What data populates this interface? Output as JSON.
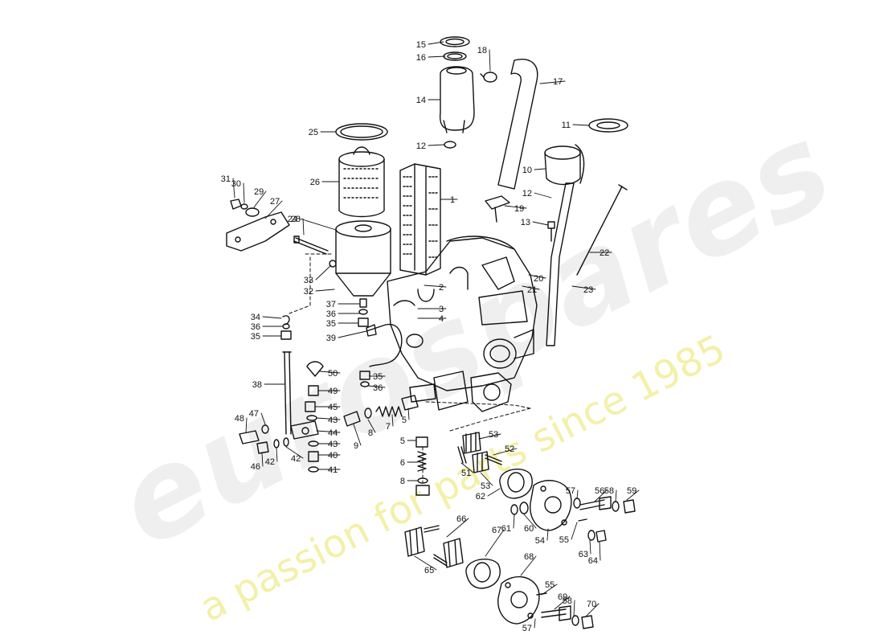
{
  "watermark": {
    "logo_text": "eurospares",
    "tagline": "a passion for parts since 1985",
    "tagline_color": "#f3f0a8"
  },
  "callouts": [
    {
      "id": "c15",
      "label": "15"
    },
    {
      "id": "c16",
      "label": "16"
    },
    {
      "id": "c18",
      "label": "18"
    },
    {
      "id": "c17",
      "label": "17"
    },
    {
      "id": "c14",
      "label": "14"
    },
    {
      "id": "c11",
      "label": "11"
    },
    {
      "id": "c12a",
      "label": "12"
    },
    {
      "id": "c25",
      "label": "25"
    },
    {
      "id": "c10",
      "label": "10"
    },
    {
      "id": "c26",
      "label": "26"
    },
    {
      "id": "c1",
      "label": "1"
    },
    {
      "id": "c12b",
      "label": "12"
    },
    {
      "id": "c31",
      "label": "31"
    },
    {
      "id": "c30",
      "label": "30"
    },
    {
      "id": "c29",
      "label": "29"
    },
    {
      "id": "c27",
      "label": "27"
    },
    {
      "id": "c19",
      "label": "19"
    },
    {
      "id": "c24",
      "label": "24"
    },
    {
      "id": "c13",
      "label": "13"
    },
    {
      "id": "c28",
      "label": "28"
    },
    {
      "id": "c22",
      "label": "22"
    },
    {
      "id": "c33",
      "label": "33"
    },
    {
      "id": "c32",
      "label": "32"
    },
    {
      "id": "c2",
      "label": "2"
    },
    {
      "id": "c20",
      "label": "20"
    },
    {
      "id": "c21",
      "label": "21"
    },
    {
      "id": "c23",
      "label": "23"
    },
    {
      "id": "c37",
      "label": "37"
    },
    {
      "id": "c36a",
      "label": "36"
    },
    {
      "id": "c3",
      "label": "3"
    },
    {
      "id": "c34",
      "label": "34"
    },
    {
      "id": "c35a",
      "label": "35"
    },
    {
      "id": "c4",
      "label": "4"
    },
    {
      "id": "c36b",
      "label": "36"
    },
    {
      "id": "c35b",
      "label": "35"
    },
    {
      "id": "c39",
      "label": "39"
    },
    {
      "id": "c50",
      "label": "50"
    },
    {
      "id": "c35c",
      "label": "35"
    },
    {
      "id": "c38",
      "label": "38"
    },
    {
      "id": "c36c",
      "label": "36"
    },
    {
      "id": "c49",
      "label": "49"
    },
    {
      "id": "c45",
      "label": "45"
    },
    {
      "id": "c7",
      "label": "7"
    },
    {
      "id": "c43a",
      "label": "43"
    },
    {
      "id": "c5a",
      "label": "5"
    },
    {
      "id": "c47",
      "label": "47"
    },
    {
      "id": "c48",
      "label": "48"
    },
    {
      "id": "c9",
      "label": "9"
    },
    {
      "id": "c8a",
      "label": "8"
    },
    {
      "id": "c44",
      "label": "44"
    },
    {
      "id": "c53a",
      "label": "53"
    },
    {
      "id": "c5b",
      "label": "5"
    },
    {
      "id": "c43b",
      "label": "43"
    },
    {
      "id": "c52",
      "label": "52"
    },
    {
      "id": "c40",
      "label": "40"
    },
    {
      "id": "c46",
      "label": "46"
    },
    {
      "id": "c42a",
      "label": "42"
    },
    {
      "id": "c42b",
      "label": "42"
    },
    {
      "id": "c6",
      "label": "6"
    },
    {
      "id": "c41",
      "label": "41"
    },
    {
      "id": "c51",
      "label": "51"
    },
    {
      "id": "c53b",
      "label": "53"
    },
    {
      "id": "c8b",
      "label": "8"
    },
    {
      "id": "c62",
      "label": "62"
    },
    {
      "id": "c57a",
      "label": "57"
    },
    {
      "id": "c56",
      "label": "56"
    },
    {
      "id": "c58a",
      "label": "58"
    },
    {
      "id": "c59",
      "label": "59"
    },
    {
      "id": "c66",
      "label": "66"
    },
    {
      "id": "c61",
      "label": "61"
    },
    {
      "id": "c60",
      "label": "60"
    },
    {
      "id": "c54",
      "label": "54"
    },
    {
      "id": "c67",
      "label": "67"
    },
    {
      "id": "c55a",
      "label": "55"
    },
    {
      "id": "c63",
      "label": "63"
    },
    {
      "id": "c64",
      "label": "64"
    },
    {
      "id": "c68",
      "label": "68"
    },
    {
      "id": "c65",
      "label": "65"
    },
    {
      "id": "c55b",
      "label": "55"
    },
    {
      "id": "c69",
      "label": "69"
    },
    {
      "id": "c58b",
      "label": "58"
    },
    {
      "id": "c70",
      "label": "70"
    },
    {
      "id": "c57b",
      "label": "57"
    }
  ]
}
